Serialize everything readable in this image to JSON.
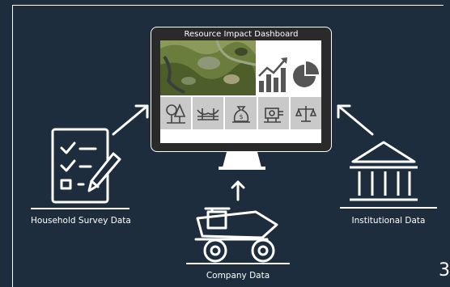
{
  "dashboard": {
    "title": "Resource Impact Dashboard",
    "tiles": [
      "tree-icon",
      "bridge-icon",
      "money-bag-icon",
      "machine-icon",
      "scales-icon"
    ],
    "chart_icons": [
      "bar-chart-icon",
      "pie-chart-icon"
    ]
  },
  "sources": {
    "household": "Household Survey Data",
    "institutional": "Institutional Data",
    "company": "Company Data"
  },
  "page_number": "3",
  "colors": {
    "background": "#1e2d3d",
    "tile": "#c9c9c9",
    "line": "#ffffff"
  }
}
